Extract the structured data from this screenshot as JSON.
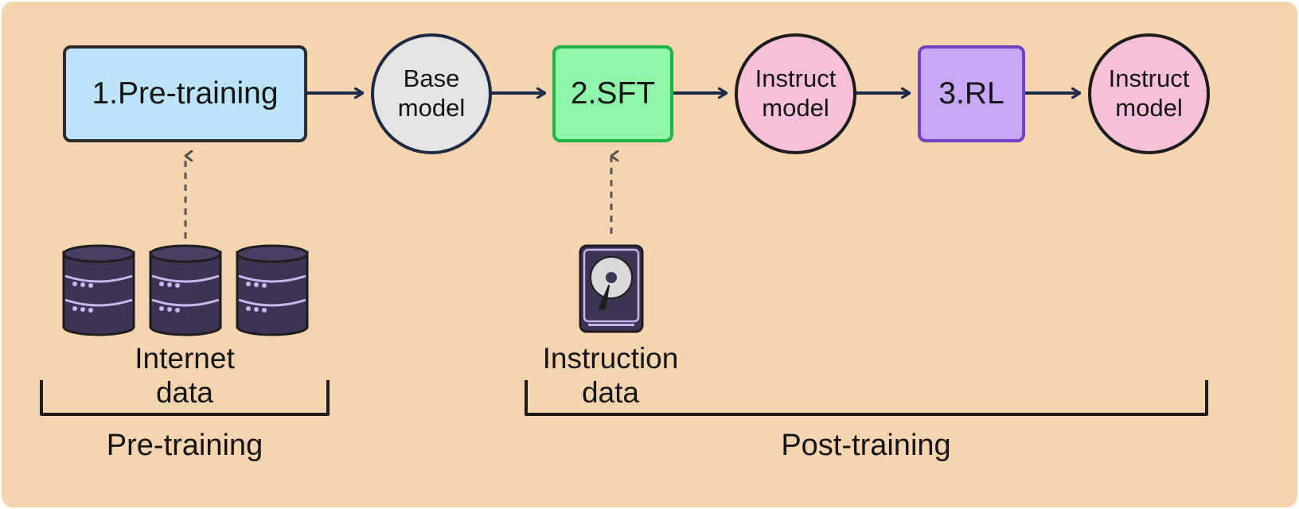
{
  "stages": {
    "pretraining": {
      "label": "1.Pre-training",
      "fill": "#bde3fb",
      "border": "#2b2b2b"
    },
    "base_model": {
      "line1": "Base",
      "line2": "model",
      "fill": "#e4e4e4"
    },
    "sft": {
      "label": "2.SFT",
      "fill": "#8ff5a8",
      "border": "#1db542"
    },
    "instruct_model_1": {
      "line1": "Instruct",
      "line2": "model",
      "fill": "#f9c0d7"
    },
    "rl": {
      "label": "3.RL",
      "fill": "#c7a8f7",
      "border": "#7043c4"
    },
    "instruct_model_2": {
      "line1": "Instruct",
      "line2": "model",
      "fill": "#f9c0d7"
    }
  },
  "data_sources": {
    "internet": {
      "line1": "Internet",
      "line2": "data",
      "icon": "database-icon"
    },
    "instruction": {
      "line1": "Instruction",
      "line2": "data",
      "icon": "hard-drive-icon"
    }
  },
  "phases": {
    "pre": {
      "label": "Pre-training"
    },
    "post": {
      "label": "Post-training"
    }
  },
  "colors": {
    "background": "#f7d4b0",
    "arrow": "#1e2a4a",
    "icon_dark": "#3d3352",
    "icon_light": "#c9b6ee"
  }
}
